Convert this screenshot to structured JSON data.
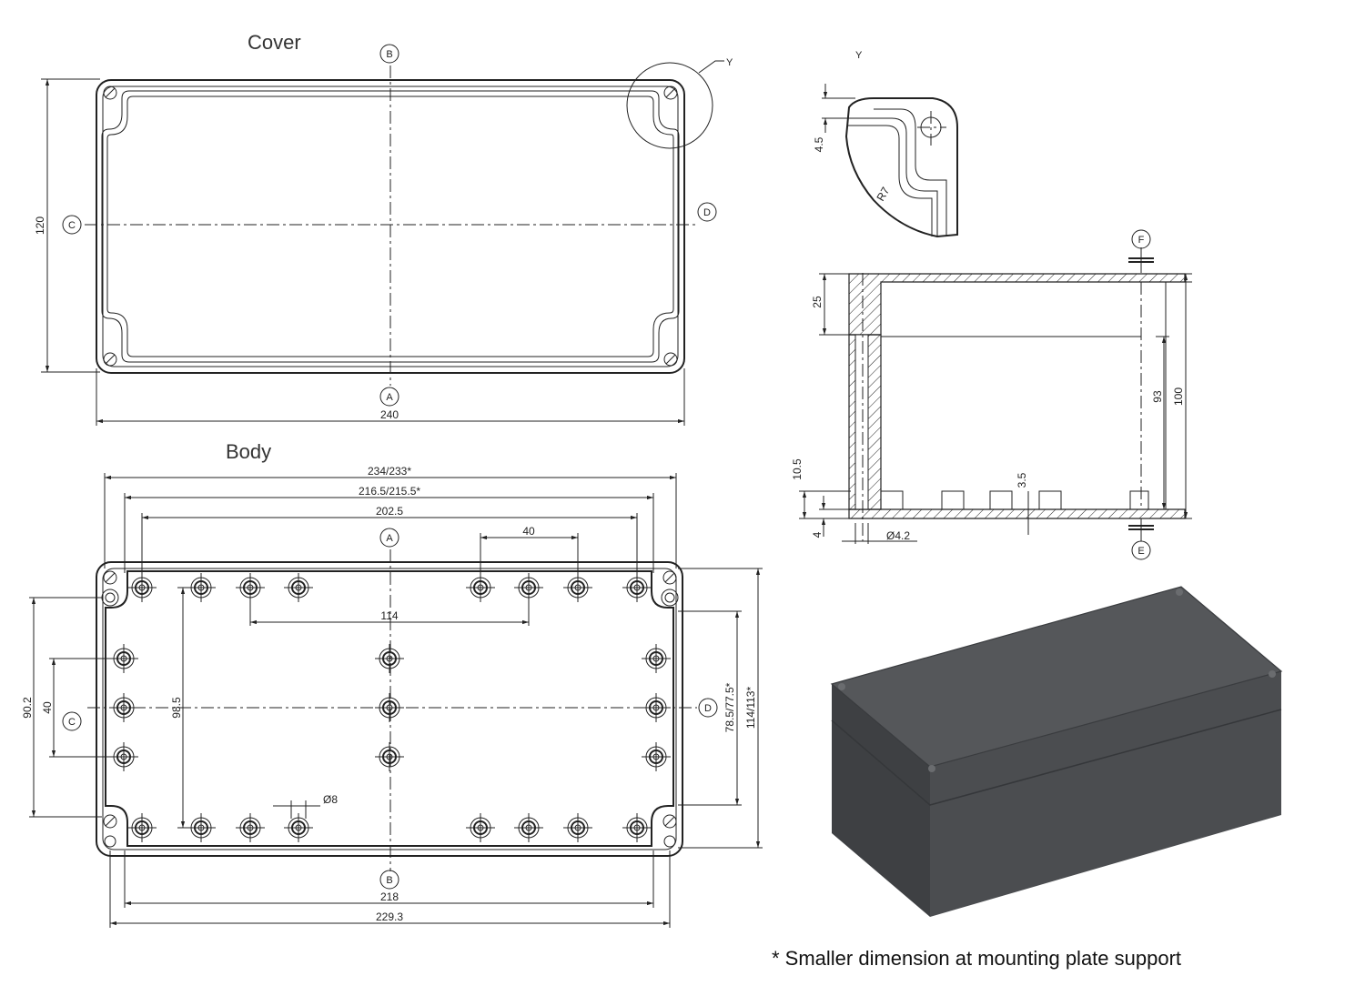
{
  "views": {
    "cover": {
      "title": "Cover",
      "width": "240",
      "height": "120"
    },
    "body": {
      "title": "Body",
      "d_234": "234/233*",
      "d_216": "216.5/215.5*",
      "d_202": "202.5",
      "d_40_top": "40",
      "d_114": "114",
      "d_902": "90.2",
      "d_40_left": "40",
      "d_985": "98.5",
      "d_8": "Ø8",
      "d_785": "78.5/77.5*",
      "d_114_113": "114/113*",
      "d_218": "218",
      "d_2293": "229.3"
    },
    "detail_y": {
      "title": "Y",
      "d_45": "4.5",
      "d_r7": "R7"
    },
    "section": {
      "d_25": "25",
      "d_93": "93",
      "d_100": "100",
      "d_105": "10.5",
      "d_4": "4",
      "d_35": "3.5",
      "d_42": "Ø4.2"
    }
  },
  "section_markers": {
    "a": "A",
    "b": "B",
    "c": "C",
    "d": "D",
    "e": "E",
    "f": "F",
    "y": "Y"
  },
  "footnote": "* Smaller dimension at mounting plate support",
  "colors": {
    "line": "#222222",
    "box_dark": "#4b4d50",
    "box_top": "#55575a",
    "box_side": "#3e4043"
  }
}
